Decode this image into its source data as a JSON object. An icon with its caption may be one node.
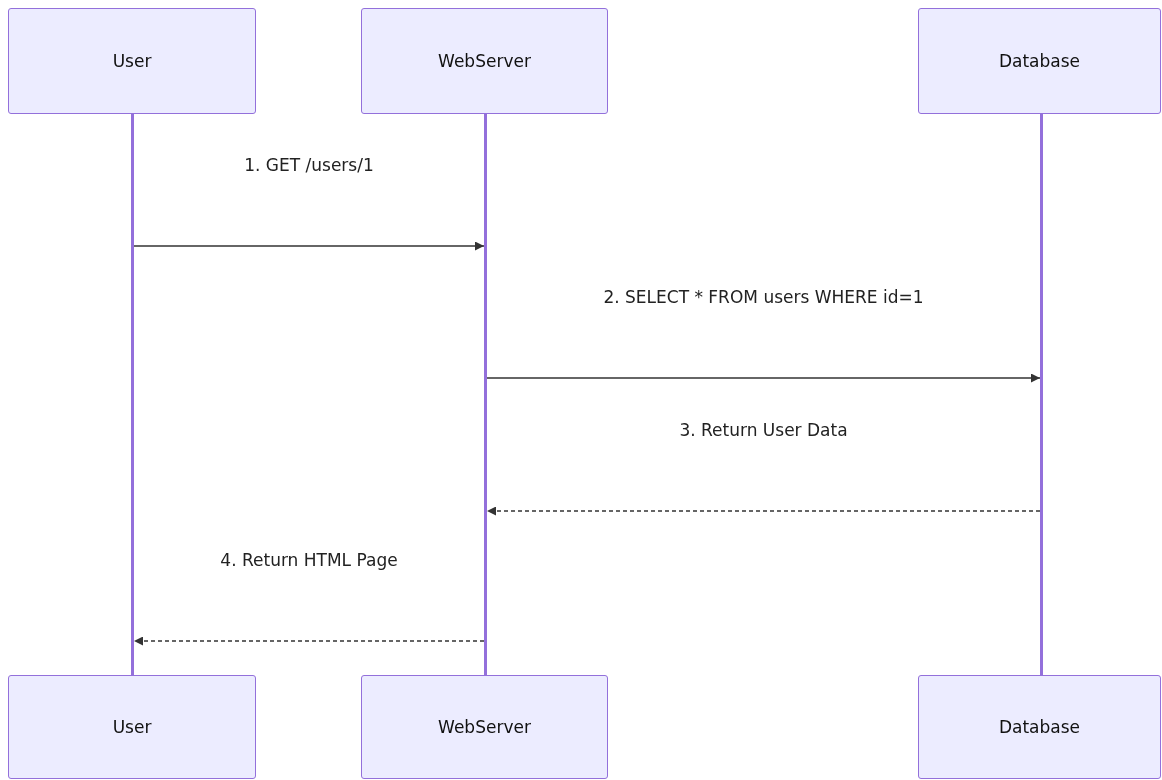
{
  "diagram": {
    "nodes": [
      {
        "text": [
          "User"
        ]
      },
      {
        "text": [
          "WebServer"
        ]
      },
      {
        "text": [
          "Database"
        ]
      },
      {
        "text": [],
        "shape": "bar"
      },
      {
        "text": [],
        "shape": "bar"
      },
      {
        "text": [],
        "shape": "bar"
      },
      {
        "text": [
          "User"
        ]
      },
      {
        "text": [
          "WebServer"
        ]
      },
      {
        "text": [
          "Database"
        ]
      }
    ],
    "edges": [
      {
        "from": 3,
        "to": 4,
        "arrow": "to",
        "label": "1. GET /users/1"
      },
      {
        "from": 4,
        "to": 5,
        "arrow": "to",
        "label": "2. SELECT * FROM users WHERE id=1"
      },
      {
        "from": 5,
        "to": 4,
        "arrow": "to",
        "label": "3. Return User Data",
        "style": "dashed"
      },
      {
        "from": 4,
        "to": 3,
        "arrow": "to",
        "label": "4. Return HTML Page",
        "style": "dashed"
      }
    ]
  }
}
